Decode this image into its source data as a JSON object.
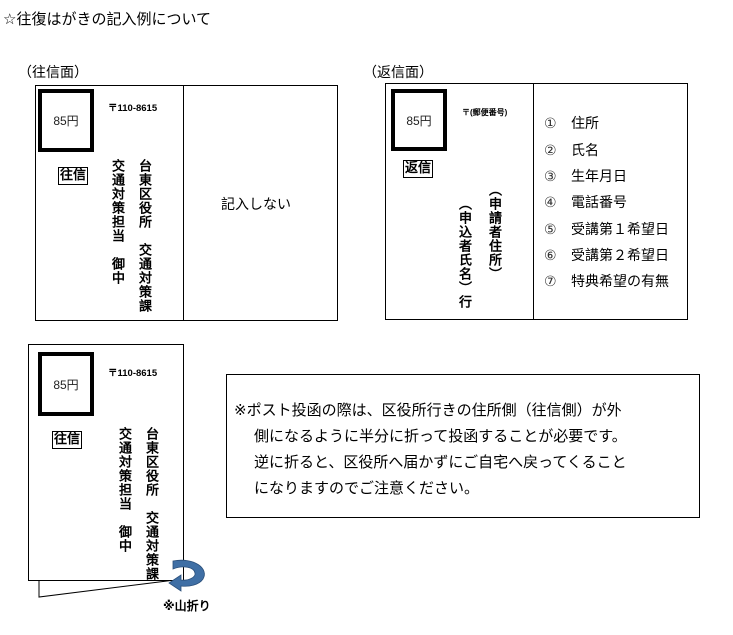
{
  "title": "☆往復はがきの記入例について",
  "outgoing_label": "（往信面）",
  "reply_label": "（返信面）",
  "outgoing_card": {
    "stamp": "85円",
    "tag": "往信",
    "postcode": "〒110-8615",
    "address_line1": "台東区役所　交通対策課",
    "address_line2": "交通対策担当　御中",
    "back_text": "記入しない"
  },
  "reply_card": {
    "stamp": "85円",
    "tag": "返信",
    "postcode": "〒(郵便番号)",
    "address_line1": "（申請者住所）",
    "address_line2": "（申込者氏名）行",
    "items": [
      {
        "num": "①",
        "label": "住所"
      },
      {
        "num": "②",
        "label": "氏名"
      },
      {
        "num": "③",
        "label": "生年月日"
      },
      {
        "num": "④",
        "label": "電話番号"
      },
      {
        "num": "⑤",
        "label": "受講第１希望日"
      },
      {
        "num": "⑥",
        "label": "受講第２希望日"
      },
      {
        "num": "⑦",
        "label": "特典希望の有無"
      }
    ]
  },
  "folded_card": {
    "stamp": "85円",
    "tag": "往信",
    "postcode": "〒110-8615",
    "address_line1": "台東区役所　交通対策課",
    "address_line2": "交通対策担当　御中",
    "fold_label": "※山折り",
    "arrow_color": "#3f6fa5"
  },
  "note": {
    "lines": [
      "※ポスト投函の際は、区役所行きの住所側（往信側）が外",
      "側になるように半分に折って投函することが必要です。",
      "逆に折ると、区役所へ届かずにご自宅へ戻ってくること",
      "になりますのでご注意ください。"
    ]
  }
}
